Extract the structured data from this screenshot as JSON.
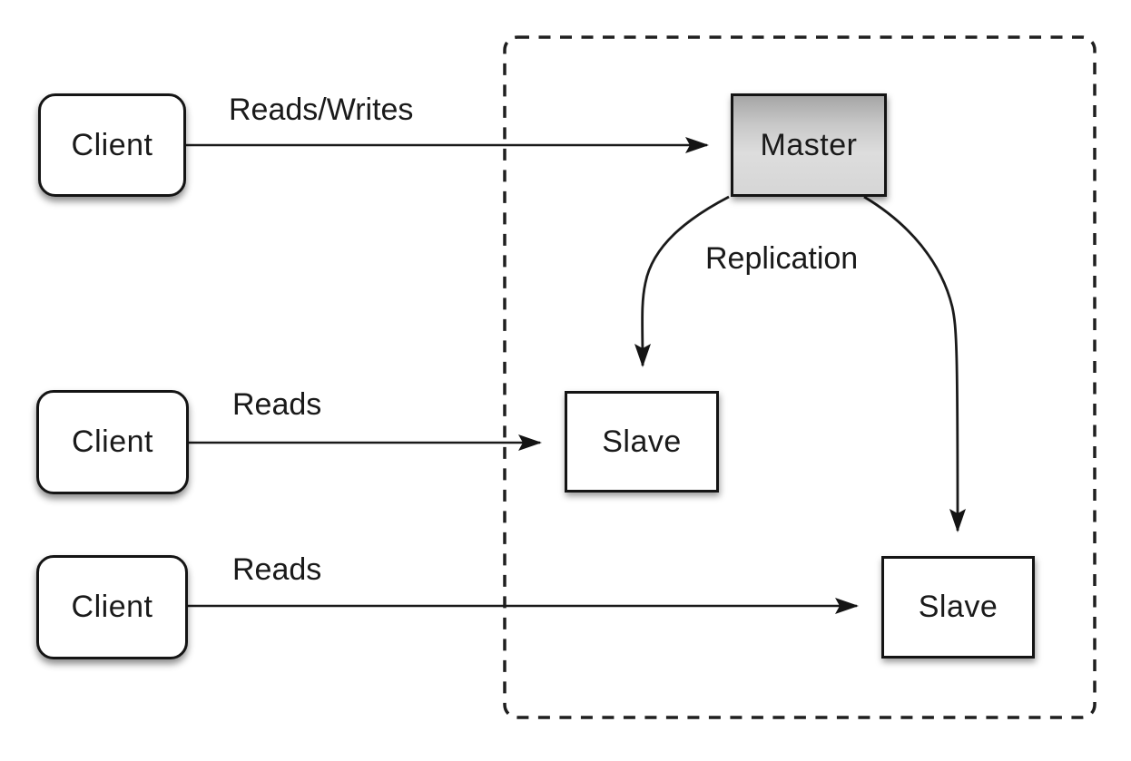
{
  "diagram": {
    "description": "Master-slave database replication diagram",
    "nodes": {
      "client1": {
        "label": "Client"
      },
      "client2": {
        "label": "Client"
      },
      "client3": {
        "label": "Client"
      },
      "master": {
        "label": "Master"
      },
      "slave1": {
        "label": "Slave"
      },
      "slave2": {
        "label": "Slave"
      }
    },
    "edge_labels": {
      "reads_writes": "Reads/Writes",
      "reads_top": "Reads",
      "reads_bottom": "Reads",
      "replication": "Replication"
    },
    "colors": {
      "stroke": "#1a1a1a",
      "node_fill": "#ffffff",
      "master_fill_top": "#a6a6a6",
      "master_fill_bottom": "#d6d6d6",
      "background": "#ffffff"
    }
  }
}
